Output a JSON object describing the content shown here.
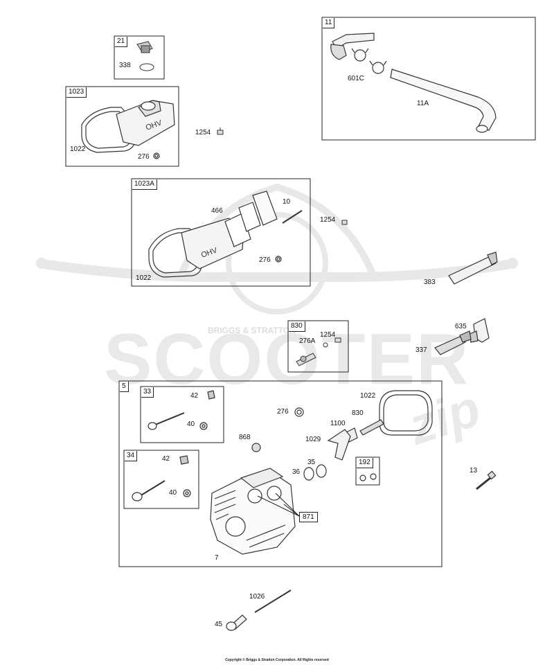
{
  "watermark": {
    "brand": "SCOOTER",
    "suffix": "zip",
    "badge": "BRIGGS & STRATTON"
  },
  "groups": {
    "g21": "21",
    "g1023": "1023",
    "g11": "11",
    "g1023A": "1023A",
    "g830": "830",
    "g5": "5",
    "g33": "33",
    "g34": "34",
    "g192": "192"
  },
  "labels": {
    "oil_fill_o_ring": "338",
    "cover_gasket_a": "1022",
    "cover_seal_a": "276",
    "screw_a": "1254",
    "clamp": "601C",
    "breather_tube": "11A",
    "decal": "466",
    "cover_screw": "10",
    "screw_b": "1254",
    "cover_gasket_b": "1022",
    "cover_seal_b": "276",
    "spark_plug_cover": "383",
    "plug_lead_boot": "635",
    "spark_plug": "337",
    "rocker_stud_nut": "276A",
    "screw_c": "1254",
    "keeper_intake": "42",
    "seal_intake": "40",
    "keeper_exhaust": "42",
    "seal_exhaust": "40",
    "washer": "276",
    "head_gasket": "1022",
    "rocker_stud": "830",
    "guide_plate": "1100",
    "rocker_arm": "1029",
    "spring_cap": "868",
    "valve_spring_inner": "35",
    "valve_spring_outer": "36",
    "cylinder_head": "7",
    "head_bolt": "13",
    "push_rod": "1026",
    "tappet": "45"
  },
  "callout": "871",
  "copyright": "Copyright © Briggs & Stratton Corporation. All Rights reserved"
}
